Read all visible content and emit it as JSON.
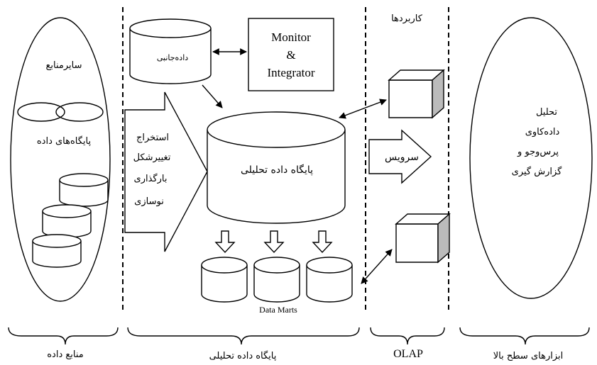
{
  "sections": {
    "sources": "منابع داده",
    "warehouse": "پایگاه داده تحلیلی",
    "olap": "OLAP",
    "top_tools": "ابزارهای سطح بالا"
  },
  "sources": {
    "other_sources": "سایرمنابع",
    "databases": "پایگاه‌های داده"
  },
  "warehouse": {
    "staging_db": "داده‌جانبی",
    "monitor_line1": "Monitor",
    "monitor_line2": "&",
    "monitor_line3": "Integrator",
    "etl": [
      "استخراج",
      "تغییرشکل",
      "بارگذاری",
      "نوسازی"
    ],
    "main_db": "پایگاه داده تحلیلی",
    "data_marts": "Data Marts"
  },
  "olap": {
    "applications": "کاربردها",
    "service": "سرویس"
  },
  "tools": [
    "تحلیل",
    "داده‌کاوی",
    "پرس‌وجو و",
    "گزارش گیری"
  ]
}
